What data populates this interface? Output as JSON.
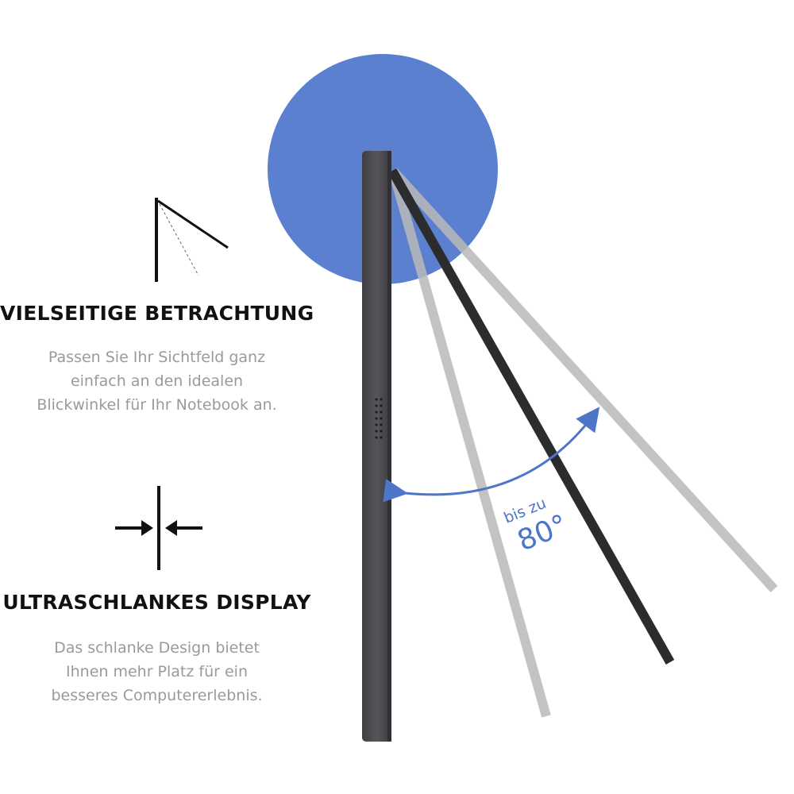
{
  "features": [
    {
      "icon": "viewing-angle-icon",
      "title": "VIELSEITIGE BETRACHTUNG",
      "lines": [
        "Passen Sie Ihr Sichtfeld ganz",
        "einfach an den idealen",
        "Blickwinkel für Ihr Notebook an."
      ]
    },
    {
      "icon": "slim-arrows-icon",
      "title": "ULTRASCHLANKES DISPLAY",
      "lines": [
        "Das schlanke Design bietet",
        "Ihnen mehr Platz für ein",
        "besseres Computererlebnis."
      ]
    }
  ],
  "angle_label": {
    "prefix": "bis zu",
    "value": "80°"
  },
  "colors": {
    "accent_blue": "#5b80d0",
    "label_blue": "#4e76c8",
    "device_body": "#4a4a4e",
    "device_tilted": "#2c2c2e",
    "ghost": "#b9b9b9",
    "heading": "#111111",
    "body_text": "#9a9a9a"
  }
}
